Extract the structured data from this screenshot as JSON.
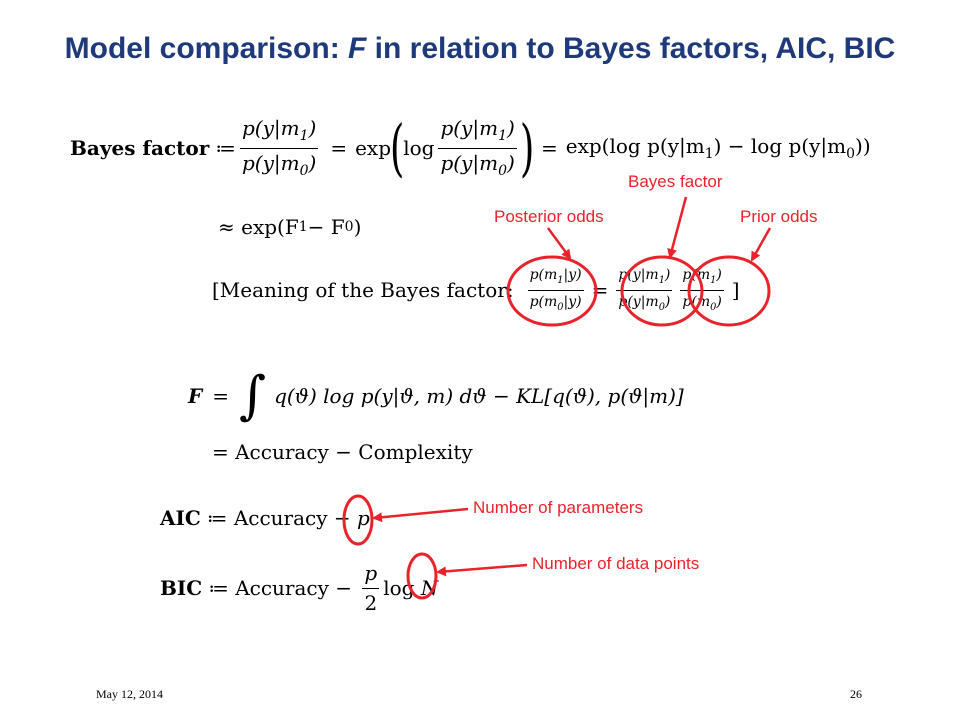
{
  "title": {
    "prefix": "Model comparison: ",
    "var": "F",
    "suffix": " in relation to Bayes factors, AIC, BIC"
  },
  "equations": {
    "bayes_factor_label": "Bayes factor",
    "assign": "≔",
    "p_y_m1": "p(y|m",
    "p_y_m0": "p(y|m",
    "eq": "=",
    "exp": "exp",
    "log": "log",
    "exp_diff": "exp(log p(y|m",
    "exp_diff_mid": ") − log p(y|m",
    "exp_diff_end": "))",
    "approx": "≈ exp(F",
    "approx_mid": " − F",
    "approx_end": ")",
    "meaning_label": "[Meaning of the Bayes factor:",
    "meaning_end": "]",
    "pm1y": "p(m",
    "given_y": "|y)",
    "pm": "p(m",
    "close": ")",
    "F_label": "F",
    "F_rhs": "q(ϑ) log p(y|ϑ, m) dϑ − KL[q(ϑ), p(ϑ|m)]",
    "accuracy_line": "= Accuracy  − Complexity",
    "aic_label": "AIC",
    "aic_rhs": "≔ Accuracy − ",
    "aic_p": "p",
    "bic_label": "BIC",
    "bic_rhs": "≔ Accuracy − ",
    "bic_num": "p",
    "bic_den": "2",
    "bic_log": "log ",
    "bic_N": "N",
    "sub1": "1",
    "sub0": "0"
  },
  "annotations": {
    "bayes_factor": "Bayes factor",
    "posterior_odds": "Posterior odds",
    "prior_odds": "Prior odds",
    "num_params": "Number of parameters",
    "num_data": "Number of data points"
  },
  "footer": {
    "date": "May 12, 2014",
    "page": "26"
  },
  "colors": {
    "title": "#1f3a7a",
    "annotation": "#e8232b"
  }
}
